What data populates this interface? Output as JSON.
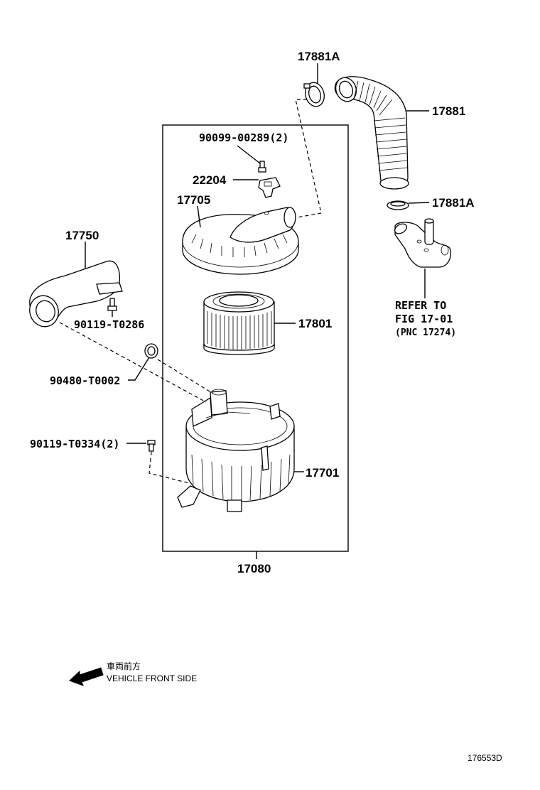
{
  "labels": {
    "p17881A_top": "17881A",
    "p17881": "17881",
    "p9009900289": "90099-00289(2)",
    "p22204": "22204",
    "p17705": "17705",
    "p17881A_mid": "17881A",
    "p17750": "17750",
    "p90119T0286": "90119-T0286",
    "p17801": "17801",
    "p90480T0002": "90480-T0002",
    "p90119T0334": "90119-T0334(2)",
    "p17701": "17701",
    "p17080": "17080"
  },
  "refer": {
    "line1": "REFER TO",
    "line2": "FIG 17-01",
    "line3": "(PNC 17274)"
  },
  "legend": {
    "japanese": "車両前方",
    "english": "VEHICLE FRONT SIDE"
  },
  "figure_code": "176553D"
}
